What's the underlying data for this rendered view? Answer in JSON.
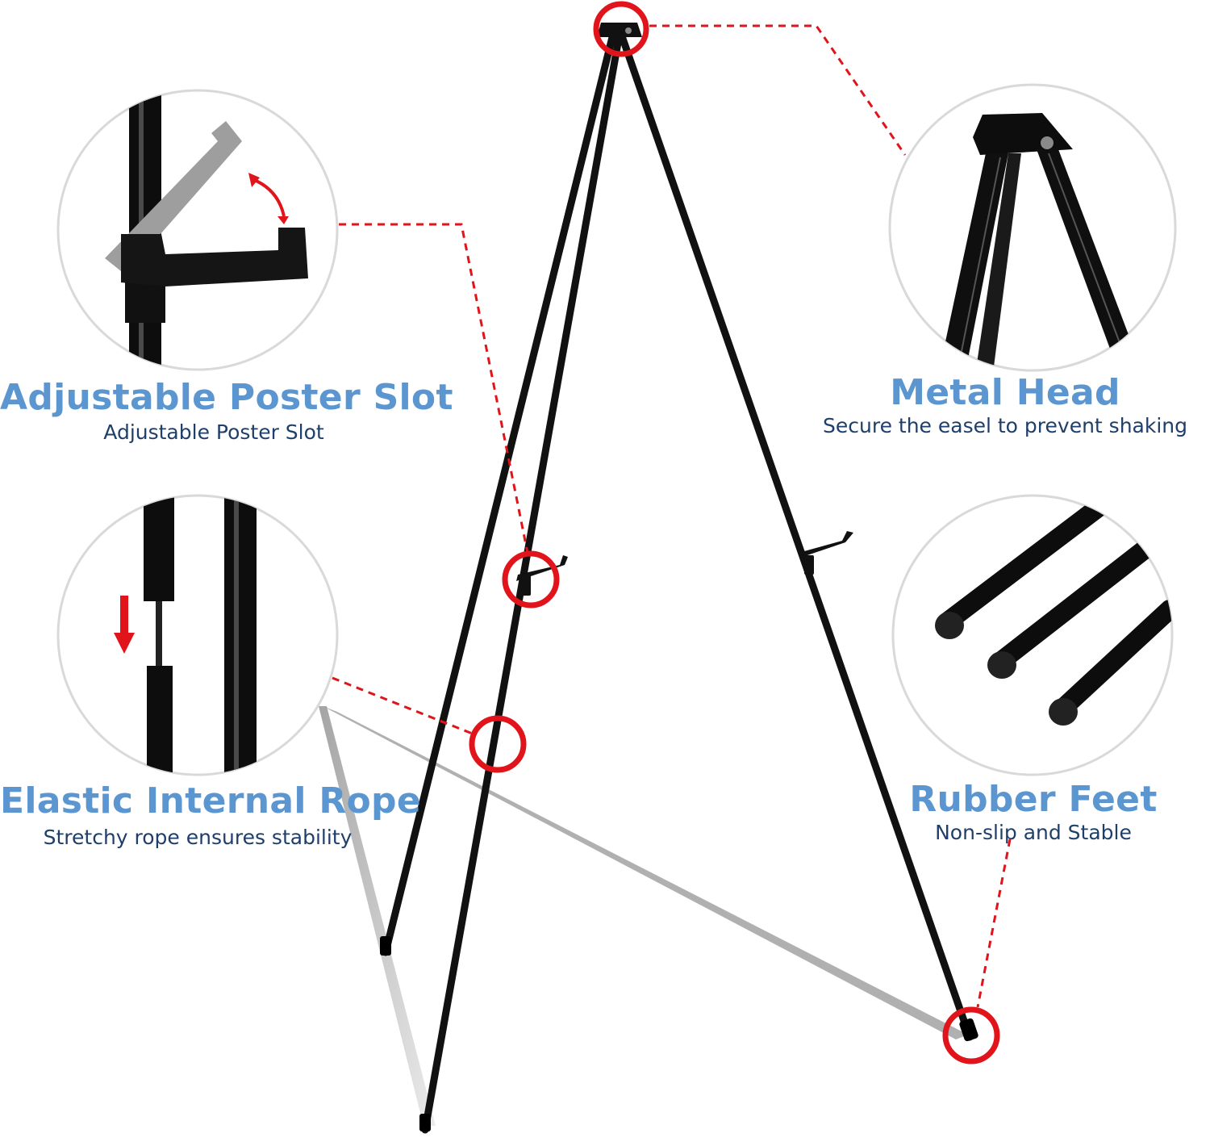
{
  "features": {
    "poster_slot": {
      "title": "Adjustable Poster Slot",
      "subtitle": "Adjustable Poster Slot",
      "icon": "poster-slot-closeup"
    },
    "metal_head": {
      "title": "Metal Head",
      "subtitle": "Secure the easel to prevent shaking",
      "icon": "metal-head-closeup"
    },
    "elastic_rope": {
      "title": "Elastic Internal Rope",
      "subtitle": "Stretchy rope ensures stability",
      "icon": "elastic-rope-closeup"
    },
    "rubber_feet": {
      "title": "Rubber Feet",
      "subtitle": "Non-slip and Stable",
      "icon": "rubber-feet-closeup"
    }
  },
  "colors": {
    "title_blue": "#5b96d0",
    "subtitle_navy": "#1f3f6b",
    "callout_red": "#e0141a",
    "easel_black": "#111111"
  }
}
